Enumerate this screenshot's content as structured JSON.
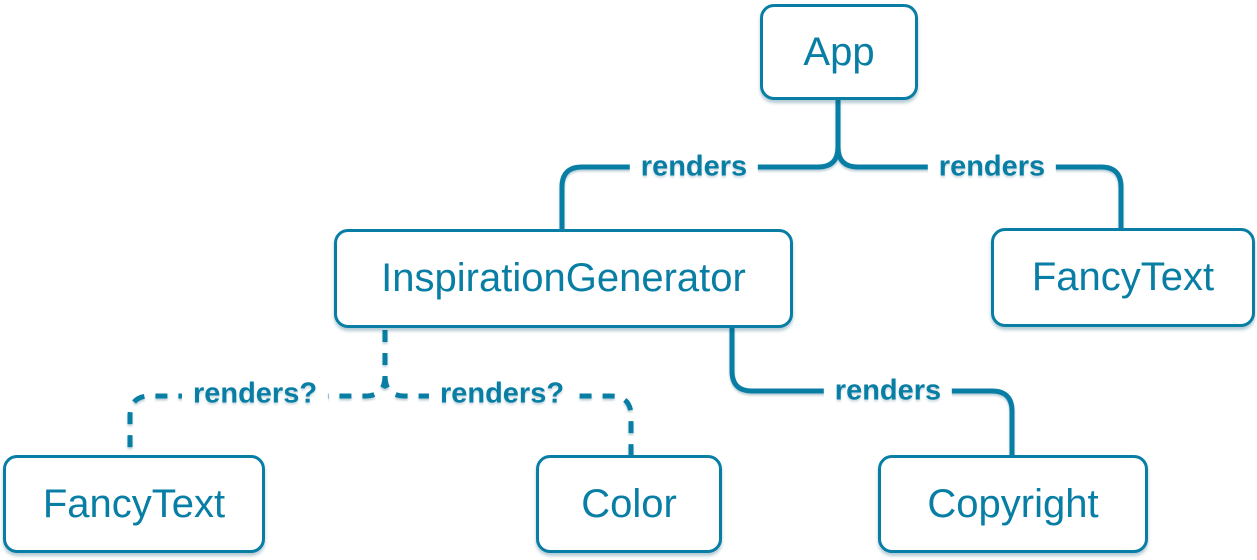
{
  "colors": {
    "accent": "#087ea4",
    "node_fill": "#ffffff",
    "background": "#ffffff"
  },
  "nodes": [
    {
      "label": "App"
    },
    {
      "label": "InspirationGenerator"
    },
    {
      "label": "FancyText"
    },
    {
      "label": "FancyText"
    },
    {
      "label": "Color"
    },
    {
      "label": "Copyright"
    }
  ],
  "edges": [
    {
      "from": "App",
      "to": "InspirationGenerator",
      "label": "renders",
      "style": "solid"
    },
    {
      "from": "App",
      "to": "FancyText",
      "label": "renders",
      "style": "solid"
    },
    {
      "from": "InspirationGenerator",
      "to": "Copyright",
      "label": "renders",
      "style": "solid"
    },
    {
      "from": "InspirationGenerator",
      "to": "FancyText",
      "label": "renders?",
      "style": "dashed"
    },
    {
      "from": "InspirationGenerator",
      "to": "Color",
      "label": "renders?",
      "style": "dashed"
    }
  ]
}
